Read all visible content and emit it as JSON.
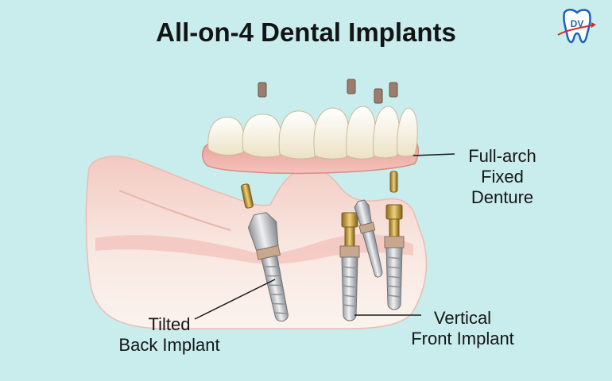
{
  "title": "All-on-4 Dental Implants",
  "logo": {
    "text": "DV",
    "icon": "tooth-logo-icon",
    "color": "#1f5fbf",
    "accent": "#d62a2a"
  },
  "labels": {
    "denture": {
      "line1": "Full-arch",
      "line2": "Fixed",
      "line3": "Denture"
    },
    "tilted": {
      "line1": "Tilted",
      "line2": "Back Implant"
    },
    "vertical": {
      "line1": "Vertical",
      "line2": "Front Implant"
    }
  },
  "colors": {
    "background": "#c9ecec",
    "gum": "#f0b8b3",
    "bone": "#f6e3dc",
    "tooth": "#f7f1e0",
    "metal": "#b9bcc0",
    "gold": "#c9a03a"
  }
}
